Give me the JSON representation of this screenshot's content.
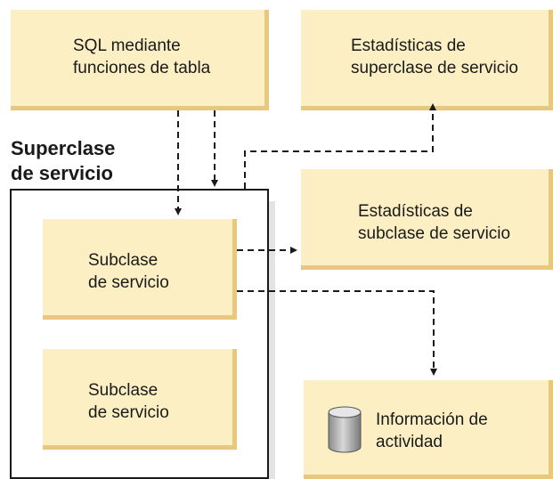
{
  "sql_box": {
    "line1": "SQL mediante",
    "line2": "funciones de tabla"
  },
  "stats_super_box": {
    "line1": "Estadísticas de",
    "line2": "superclase de servicio"
  },
  "superclass": {
    "line1": "Superclase",
    "line2": "de servicio"
  },
  "subclass_1": {
    "line1": "Subclase",
    "line2": "de servicio"
  },
  "subclass_2": {
    "line1": "Subclase",
    "line2": "de servicio"
  },
  "stats_sub_box": {
    "line1": "Estadísticas de",
    "line2": "subclase de servicio"
  },
  "activity_box": {
    "line1": "Información de",
    "line2": "actividad",
    "icon": "database-icon"
  },
  "colors": {
    "box_fill": "#fcefc4",
    "box_shadow": "#e8c87e",
    "arrow": "#1a1a1a"
  }
}
